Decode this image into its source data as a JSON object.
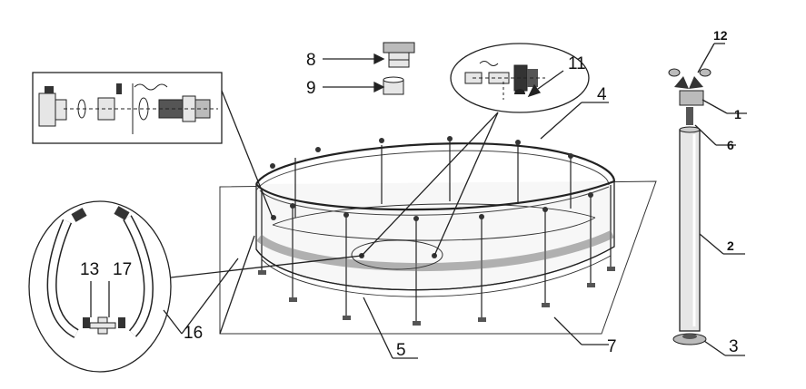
{
  "labels": {
    "l1": "1",
    "l2": "2",
    "l3": "3",
    "l4": "4",
    "l5": "5",
    "l6": "6",
    "l7": "7",
    "l8": "8",
    "l9": "9",
    "l11": "11",
    "l12": "12",
    "l13": "13",
    "l16": "16",
    "l17": "17"
  },
  "colors": {
    "line": "#222222",
    "part_fill": "#e6e6e6",
    "dark_part": "#333333",
    "background": "#ffffff"
  },
  "icons": [
    "strainer-connector-part",
    "plunger-valve-part",
    "pool-frame-drawing",
    "leg-assembly-drawing"
  ]
}
